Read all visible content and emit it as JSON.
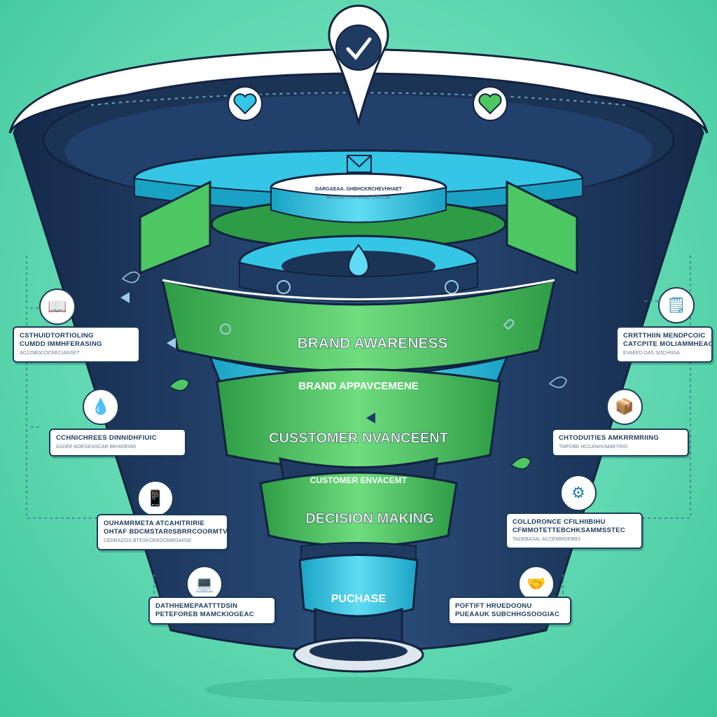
{
  "stages": {
    "band1_label": "BRAND AWARENESS",
    "band2_label": "BRAND APPAVCEMENE",
    "band3_label": "CUSSTOMER NVANCEENT",
    "band4_label": "CUSTOMER ENVACEMT",
    "band5_label": "DECISION MAKING",
    "band6_label": "PUCHASE"
  },
  "top_panel": {
    "title": "DARGAEAA. GHBHCKRCHEVHHAET",
    "subtitle": "WGVNAE PORPBAND CHTECBE"
  },
  "callouts_left": [
    {
      "title": "CSTHUIDTORTIOLING",
      "title2": "CUMDD IMMHFERASING",
      "subtitle": "ACCOBDCOCRECIANSET"
    },
    {
      "title": "CCHNICHREES DINNIDHFIUIC",
      "subtitle": "ASDEE BOEGEASCAR BEHIOEMO"
    },
    {
      "title": "OUHAMRMETA ATCAHITRIRIE",
      "title2": "OHTAF BDCMSTAR0SBRRCOORMTV",
      "subtitle": "CEDRAGOS BTESKOEEOOMBOARSE"
    },
    {
      "title": "DATHHEMEPAATTTDSIN",
      "title2": "PETEFOREB MAMCKIOGEAC"
    }
  ],
  "callouts_right": [
    {
      "title": "CRRTTHIIN MENDPCOIC",
      "title2": "CATCPITE MOLIAMMHEAC",
      "subtitle": "EVAEED DAS SOCHNSA"
    },
    {
      "title": "CHTODUITIES AMKRRMRIING",
      "subtitle": "TWFDBE HCCANHUMAETRIG"
    },
    {
      "title": "COLLDRONCE CFILHIIBIHU",
      "title2": "CFMMOTETTEBCHKSAMMSSTEC",
      "subtitle": "TADEBASAL ACCEMMOEBBS"
    },
    {
      "title": "POFTIFT HRUEDOONU",
      "title2": "PUEAAUK SUBCHHGSOOGIAC"
    }
  ],
  "icons": {
    "top_pin": "check-icon",
    "heart_left": "heart-icon",
    "heart_right": "heart-icon",
    "envelope": "envelope-icon",
    "drop": "drop-icon",
    "left": [
      "book-icon",
      "water-drop-icon",
      "phone-icon",
      "laptop-icon"
    ],
    "right": [
      "browser-icon",
      "shopping-box-icon",
      "gear-icon",
      "handshake-icon"
    ]
  },
  "colors": {
    "navy": "#1f3b62",
    "navy_dark": "#15294a",
    "cyan": "#35c6e6",
    "cyan_dark": "#1aa2c4",
    "green": "#4cc761",
    "green_dark": "#2e9c45",
    "background": "#62d9b2"
  }
}
